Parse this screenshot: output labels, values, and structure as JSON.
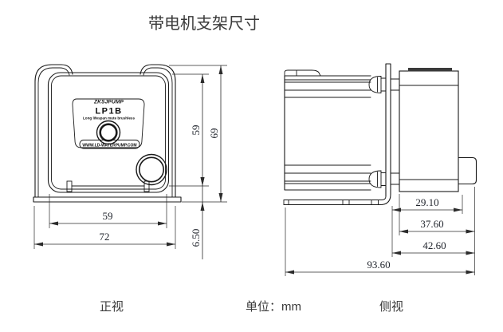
{
  "title": "带电机支架尺寸",
  "unit": {
    "label": "单位：mm"
  },
  "pump_label": {
    "brand": "ZKSJPUMP",
    "model": "LP1B",
    "subtitle": "Long lifespan  mute brushless",
    "website": "WWW.LD-WATERPUMP.COM"
  },
  "front_view": {
    "caption": "正视",
    "dim_face_height": "59",
    "dim_total_height": "69",
    "dim_face_width": "59",
    "dim_base_width": "72",
    "dim_bottom_offset": "6.50"
  },
  "side_view": {
    "caption": "侧视",
    "dim_motor_length": "29.10",
    "dim_motor_with_plug": "37.60",
    "dim_plate_to_plug": "42.60",
    "dim_total_length": "93.60"
  }
}
